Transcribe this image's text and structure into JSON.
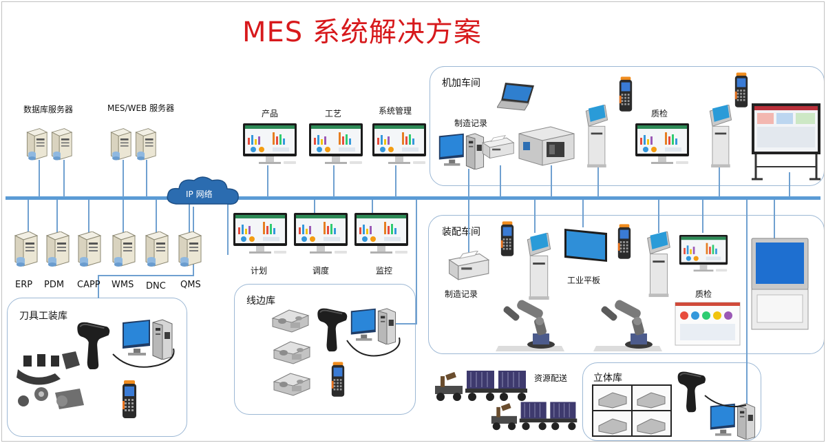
{
  "title": "MES 系统解决方案",
  "network": {
    "cloud_label": "IP 网络"
  },
  "servers": {
    "database_label": "数据库服务器",
    "mes_web_label": "MES/WEB 服务器",
    "systems": [
      "ERP",
      "PDM",
      "CAPP",
      "WMS",
      "DNC",
      "QMS"
    ]
  },
  "office_terminals_top": [
    "产品",
    "工艺",
    "系统管理"
  ],
  "office_terminals_bottom": [
    "计划",
    "调度",
    "监控"
  ],
  "zones": {
    "machining": {
      "title": "机加车间",
      "labels": {
        "record": "制造记录",
        "quality": "质检"
      }
    },
    "assembly": {
      "title": "装配车间",
      "labels": {
        "record": "制造记录",
        "tablet": "工业平板",
        "quality": "质检"
      }
    },
    "tool_store": {
      "title": "刀具工装库"
    },
    "line_store": {
      "title": "线边库"
    },
    "resource": {
      "title": "资源配送"
    },
    "stereo_store": {
      "title": "立体库"
    }
  },
  "colors": {
    "title": "#d7191c",
    "bus": "#5b9bd5",
    "zone_border": "#9bb7d4",
    "screen_blue": "#1e6fd0"
  },
  "icons": [
    "server-icon",
    "cloud-icon",
    "monitor-icon",
    "laptop-icon",
    "handheld-scanner-icon",
    "kiosk-icon",
    "printer-icon",
    "cnc-machine-icon",
    "touch-tv-icon",
    "barcode-gun-icon",
    "desktop-pc-icon",
    "robot-arm-icon",
    "agv-cart-icon",
    "rack-shelf-icon",
    "machined-part-icon"
  ]
}
